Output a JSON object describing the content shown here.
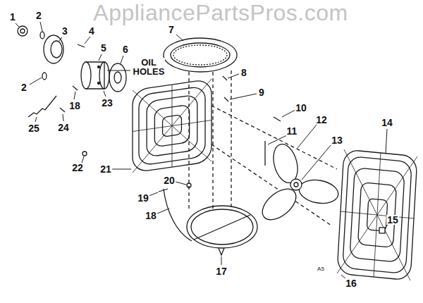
{
  "diagram": {
    "labels": [
      "AppliancePartsPros.com",
      "1",
      "2",
      "3",
      "4",
      "5",
      "6",
      "OIL HOLES",
      "2",
      "18",
      "23",
      "24",
      "25",
      "7",
      "8",
      "9",
      "10",
      "11",
      "12",
      "13",
      "14",
      "15",
      "16",
      "17",
      "18",
      "19",
      "20",
      "21",
      "22",
      "A5"
    ]
  }
}
